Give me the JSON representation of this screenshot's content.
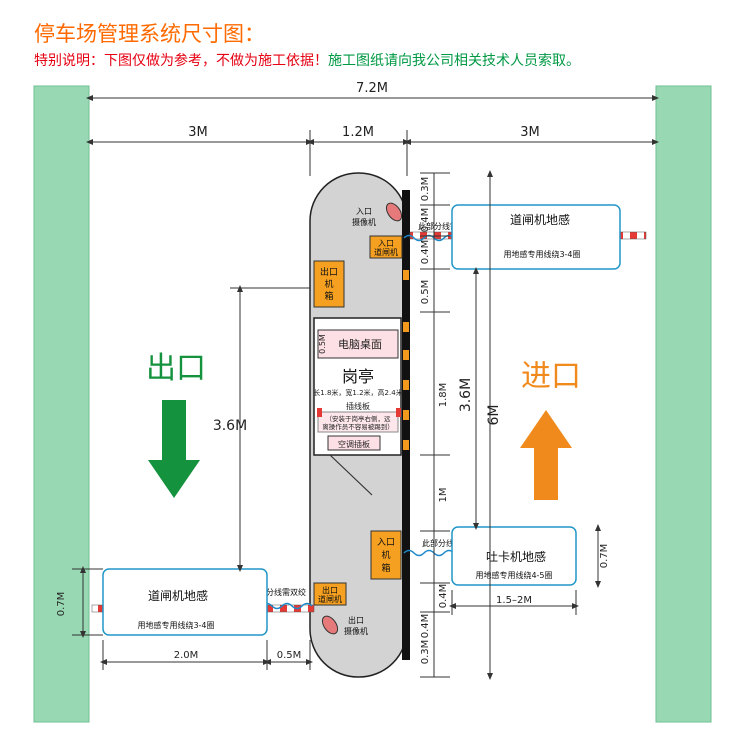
{
  "header": {
    "title": "停车场管理系统尺寸图：",
    "note_red": "特别说明：下图仅做为参考，不做为施工依据！",
    "note_green": "施工图纸请向我公司相关技术人员索取。"
  },
  "dims": {
    "total_width": "7.2M",
    "left_lane": "3M",
    "island": "1.2M",
    "right_lane": "3M",
    "d_0_3_top": "0.3M",
    "d_0_4_a": "0.4M",
    "d_0_4_b": "0.4M",
    "d_0_5": "0.5M",
    "d_1_8": "1.8M",
    "d_1": "1M",
    "d_0_4_c": "0.4M",
    "d_0_4_d": "0.4M",
    "d_0_3_bot": "0.3M",
    "d_3_6_right": "3.6M",
    "d_6": "6M",
    "d_3_6_left": "3.6M",
    "d_0_7_right": "0.7M",
    "d_1_5_2": "1.5–2M",
    "d_0_7_left": "0.7M",
    "d_2": "2.0M",
    "d_0_5_bot": "0.5M",
    "d_0_5_desk": "0.5M"
  },
  "labels": {
    "exit": "出口",
    "entry": "进口",
    "booth": "岗亭",
    "booth_size": "长1.8米，宽1.2米，高2.4米",
    "desk": "电脑桌面",
    "outlet": "插线板",
    "outlet_note1": "（安装于岗亭右侧，远",
    "outlet_note2": "离操作员不容易被踢到）",
    "ac_outlet": "空调插板",
    "entry_camera_top1": "入口",
    "entry_camera_top2": "摄像机",
    "entry_barrier_top1": "入口",
    "entry_barrier_top2": "道闸机",
    "exit_box1": "出口",
    "exit_box2": "机",
    "exit_box3": "箱",
    "entry_box1": "入口",
    "entry_box2": "机",
    "entry_box3": "箱",
    "exit_barrier1": "出口",
    "exit_barrier2": "道闸机",
    "exit_camera1": "出口",
    "exit_camera2": "摄像机",
    "twisted_top": "此部分线需双绞",
    "twisted_mid": "此部分线需双绞",
    "twisted_bot": "此部分线需双绞",
    "loop_top_title": "道闸机地感",
    "loop_top_sub": "用地感专用线绕3-4圈",
    "loop_card_title": "吐卡机地感",
    "loop_card_sub": "用地感专用线绕4-5圈",
    "loop_bot_title": "道闸机地感",
    "loop_bot_sub": "用地感专用线绕3-4圈"
  },
  "colors": {
    "title": "#ff6a00",
    "red": "#e60012",
    "green": "#009944",
    "wall": "#98d9b4",
    "island": "#d3d3d3",
    "loop": "#2196c8",
    "arrow_exit": "#14923e",
    "arrow_entry": "#f08a1c",
    "box_orange": "#f5a020"
  }
}
